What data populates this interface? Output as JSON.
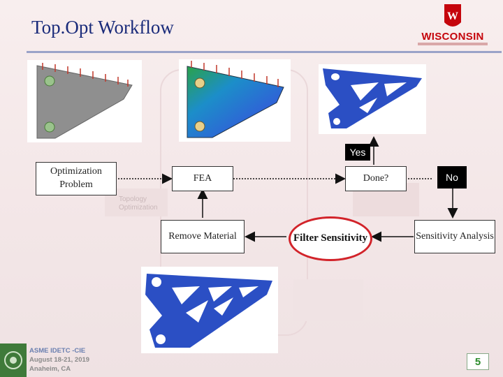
{
  "slide": {
    "title": "Top.Opt Workflow",
    "page_number": "5"
  },
  "logo": {
    "word": "WISCONSIN",
    "crest_letter": "W"
  },
  "flow": {
    "optimization_problem": "Optimization Problem",
    "fea": "FEA",
    "done": "Done?",
    "yes": "Yes",
    "no": "No",
    "remove_material": "Remove Material",
    "filter_sensitivity": "Filter Sensitivity",
    "sensitivity_analysis": "Sensitivity Analysis"
  },
  "footer": {
    "line1": "ASME IDETC -CIE",
    "line2": "August 18-21, 2019",
    "line3": "Anaheim, CA"
  },
  "colors": {
    "title": "#1a2b7a",
    "accent_red": "#d2232a",
    "part_blue": "#2b4fc4"
  }
}
